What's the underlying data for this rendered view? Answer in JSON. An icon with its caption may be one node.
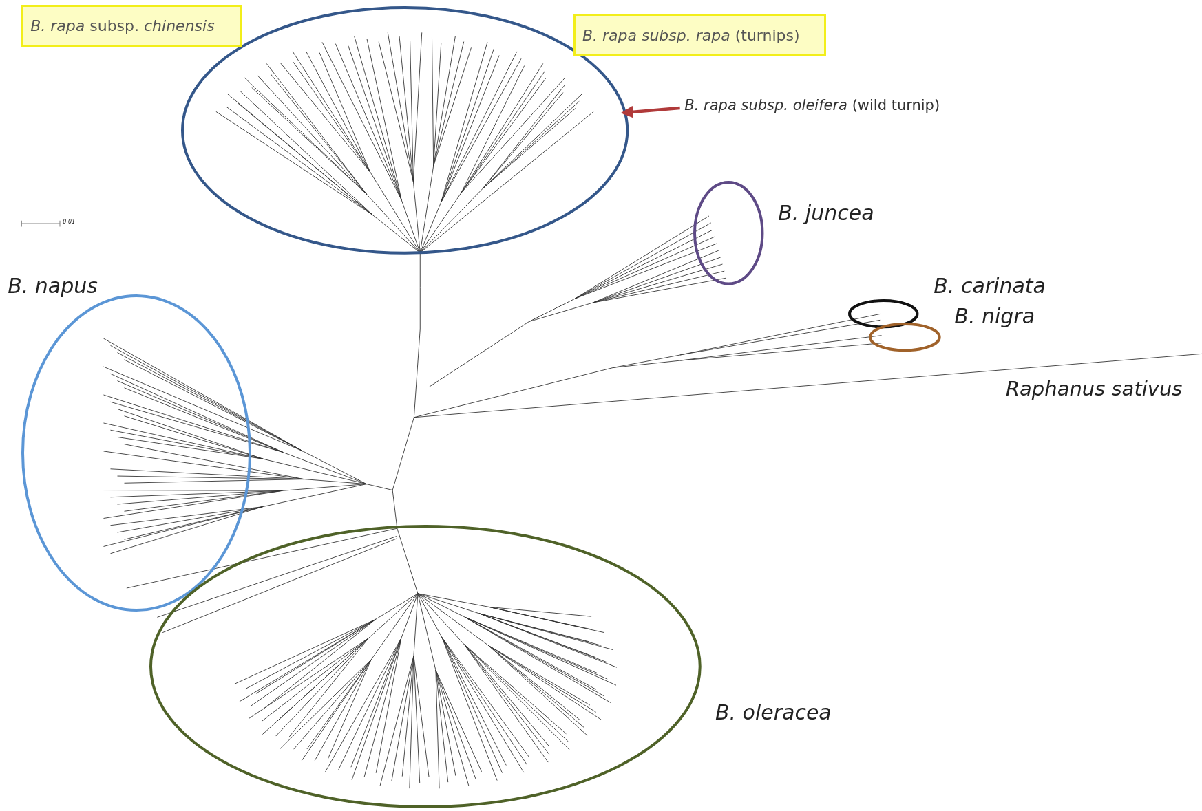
{
  "diagram": {
    "nodes": [
      {
        "text": [],
        "shape": "circle"
      },
      {
        "text": [
          "*B. rapa* subsp. *chinensis*"
        ]
      },
      {
        "text": [
          "*B. rapa subsp. rapa* (turnips)"
        ]
      },
      {
        "text": [
          "*B. rapa subsp. oleifera* (wild turnip)"
        ]
      },
      {
        "text": [
          "B. napus"
        ]
      },
      {
        "text": [
          "B. juncea"
        ]
      },
      {
        "text": [
          "B. carinata"
        ]
      },
      {
        "text": [
          "B. nigra"
        ]
      },
      {
        "text": [
          "B. oleracea"
        ]
      }
    ],
    "edges": [
      {
        "from": 3,
        "to": 0,
        "arrow": "to",
        "color": "#b03a3a"
      }
    ],
    "labels": [
      "0.01",
      "Raphanus sativus"
    ]
  }
}
